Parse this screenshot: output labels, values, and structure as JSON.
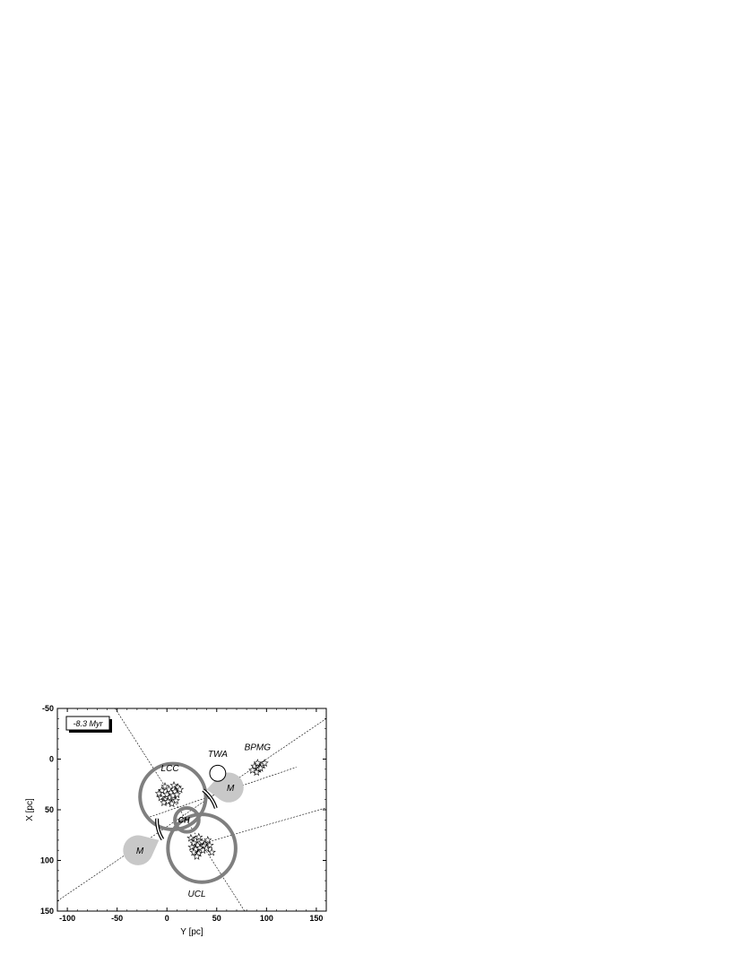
{
  "chart_data": {
    "type": "scatter",
    "title": "",
    "xlabel": "Y [pc]",
    "ylabel": "X [pc]",
    "xlim": [
      -110,
      160
    ],
    "ylim": [
      -50,
      150
    ],
    "y_inverted": true,
    "x_ticks": [
      -100,
      -50,
      0,
      50,
      100,
      150
    ],
    "y_ticks": [
      -50,
      0,
      50,
      100,
      150
    ],
    "grid": false,
    "time_label": "-8.3 Myr",
    "colors": {
      "ring": "#7f7f7f",
      "lobe": "#c8c8c8",
      "line": "#000000",
      "arc": "#000000"
    },
    "rings": [
      {
        "name": "LCC",
        "label": "LCC",
        "cx": 6,
        "cy": 37,
        "r": 33
      },
      {
        "name": "UCL",
        "label": "UCL",
        "cx": 35,
        "cy": 88,
        "r": 34
      },
      {
        "name": "CH",
        "label": "CH",
        "cx": 20,
        "cy": 60,
        "r": 12
      }
    ],
    "twa": {
      "label": "TWA",
      "cx": 51,
      "cy": 14,
      "r": 8
    },
    "bpmg_label": "BPMG",
    "lobes": [
      {
        "label": "M",
        "head": [
          62,
          28
        ],
        "tip": [
          40,
          30
        ],
        "r": 15
      },
      {
        "label": "M",
        "head": [
          -29,
          90
        ],
        "tip": [
          -8,
          80
        ],
        "r": 15
      }
    ],
    "arcs": [
      {
        "cx": 13,
        "cy": 60,
        "r": 38,
        "start": -52,
        "end": -18
      },
      {
        "cx": 27,
        "cy": 60,
        "r": 37,
        "start": 148,
        "end": 182
      }
    ],
    "dashed_lines": [
      {
        "from": [
          -52,
          -50
        ],
        "to": [
          78,
          150
        ]
      },
      {
        "from": [
          -110,
          140
        ],
        "to": [
          160,
          -40
        ]
      },
      {
        "from": [
          -20,
          58
        ],
        "to": [
          130,
          8
        ]
      },
      {
        "from": [
          30,
          85
        ],
        "to": [
          160,
          48
        ]
      }
    ],
    "stars": {
      "LCC": [
        [
          -2,
          27
        ],
        [
          2,
          30
        ],
        [
          7,
          26
        ],
        [
          11,
          28
        ],
        [
          -5,
          31
        ],
        [
          0,
          35
        ],
        [
          4,
          33
        ],
        [
          8,
          32
        ],
        [
          -6,
          38
        ],
        [
          -2,
          40
        ],
        [
          3,
          38
        ],
        [
          6,
          36
        ],
        [
          9,
          41
        ],
        [
          -3,
          43
        ],
        [
          1,
          42
        ],
        [
          5,
          44
        ],
        [
          10,
          35
        ],
        [
          13,
          30
        ],
        [
          -8,
          34
        ]
      ],
      "UCL": [
        [
          24,
          78
        ],
        [
          28,
          80
        ],
        [
          32,
          77
        ],
        [
          27,
          83
        ],
        [
          31,
          85
        ],
        [
          35,
          82
        ],
        [
          38,
          84
        ],
        [
          25,
          87
        ],
        [
          29,
          89
        ],
        [
          33,
          88
        ],
        [
          37,
          86
        ],
        [
          41,
          80
        ],
        [
          27,
          92
        ],
        [
          32,
          93
        ],
        [
          36,
          90
        ],
        [
          40,
          88
        ],
        [
          43,
          85
        ],
        [
          30,
          96
        ],
        [
          45,
          92
        ]
      ],
      "BPMG": [
        [
          88,
          7
        ],
        [
          92,
          10
        ],
        [
          96,
          6
        ],
        [
          90,
          13
        ],
        [
          94,
          9
        ],
        [
          98,
          4
        ],
        [
          91,
          4
        ],
        [
          86,
          11
        ]
      ]
    }
  }
}
